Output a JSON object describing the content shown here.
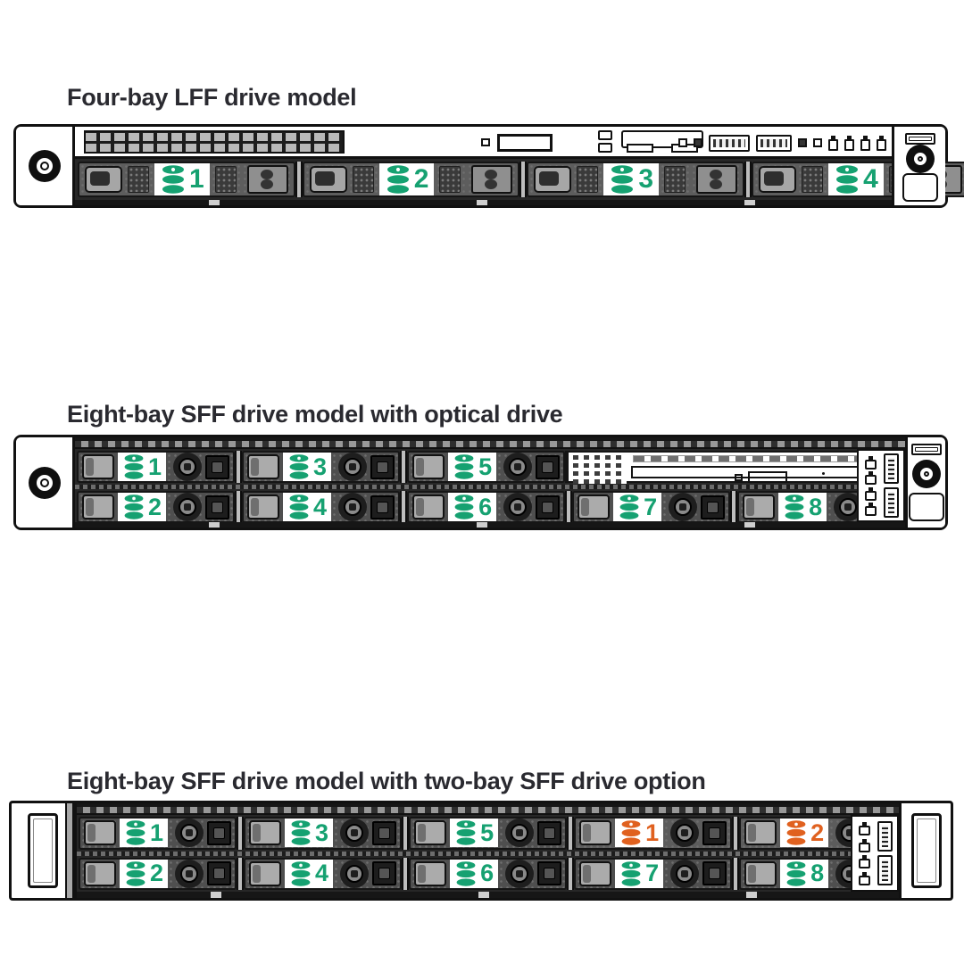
{
  "colors": {
    "drive_green": "#16a171",
    "drive_option_orange": "#e0611f",
    "title_text": "#2a2a30",
    "chassis_line": "#111111",
    "label_background": "#ffffff"
  },
  "icons": {
    "disk_stack": "disk-stack-icon",
    "thumbscrew": "thumbscrew-icon",
    "power_button": "power-button-icon",
    "health_led": "health-led-icon",
    "nic_status": "nic-status-icon",
    "uid_led": "uid-led-icon",
    "usb_port": "usb-port-icon",
    "ilo_service_port": "ilo-service-port-icon"
  },
  "models": [
    {
      "title": "Four-bay LFF drive model",
      "layout": "four-bay-lff",
      "rows": [
        {
          "bays": [
            {
              "number": "1",
              "color": "green"
            },
            {
              "number": "2",
              "color": "green"
            },
            {
              "number": "3",
              "color": "green"
            },
            {
              "number": "4",
              "color": "green"
            }
          ]
        }
      ]
    },
    {
      "title": "Eight-bay SFF drive model with optical drive",
      "layout": "eight-bay-sff-optical",
      "optical_drive": true,
      "rows": [
        {
          "bays": [
            {
              "number": "1",
              "color": "green"
            },
            {
              "number": "3",
              "color": "green"
            },
            {
              "number": "5",
              "color": "green"
            }
          ]
        },
        {
          "bays": [
            {
              "number": "2",
              "color": "green"
            },
            {
              "number": "4",
              "color": "green"
            },
            {
              "number": "6",
              "color": "green"
            },
            {
              "number": "7",
              "color": "green"
            },
            {
              "number": "8",
              "color": "green"
            }
          ]
        }
      ]
    },
    {
      "title": "Eight-bay SFF drive model with two-bay SFF drive option",
      "layout": "eight-bay-sff-two-bay-option",
      "rows": [
        {
          "bays": [
            {
              "number": "1",
              "color": "green"
            },
            {
              "number": "3",
              "color": "green"
            },
            {
              "number": "5",
              "color": "green"
            },
            {
              "number": "1",
              "color": "orange"
            },
            {
              "number": "2",
              "color": "orange"
            }
          ]
        },
        {
          "bays": [
            {
              "number": "2",
              "color": "green"
            },
            {
              "number": "4",
              "color": "green"
            },
            {
              "number": "6",
              "color": "green"
            },
            {
              "number": "7",
              "color": "green"
            },
            {
              "number": "8",
              "color": "green"
            }
          ]
        }
      ]
    }
  ]
}
